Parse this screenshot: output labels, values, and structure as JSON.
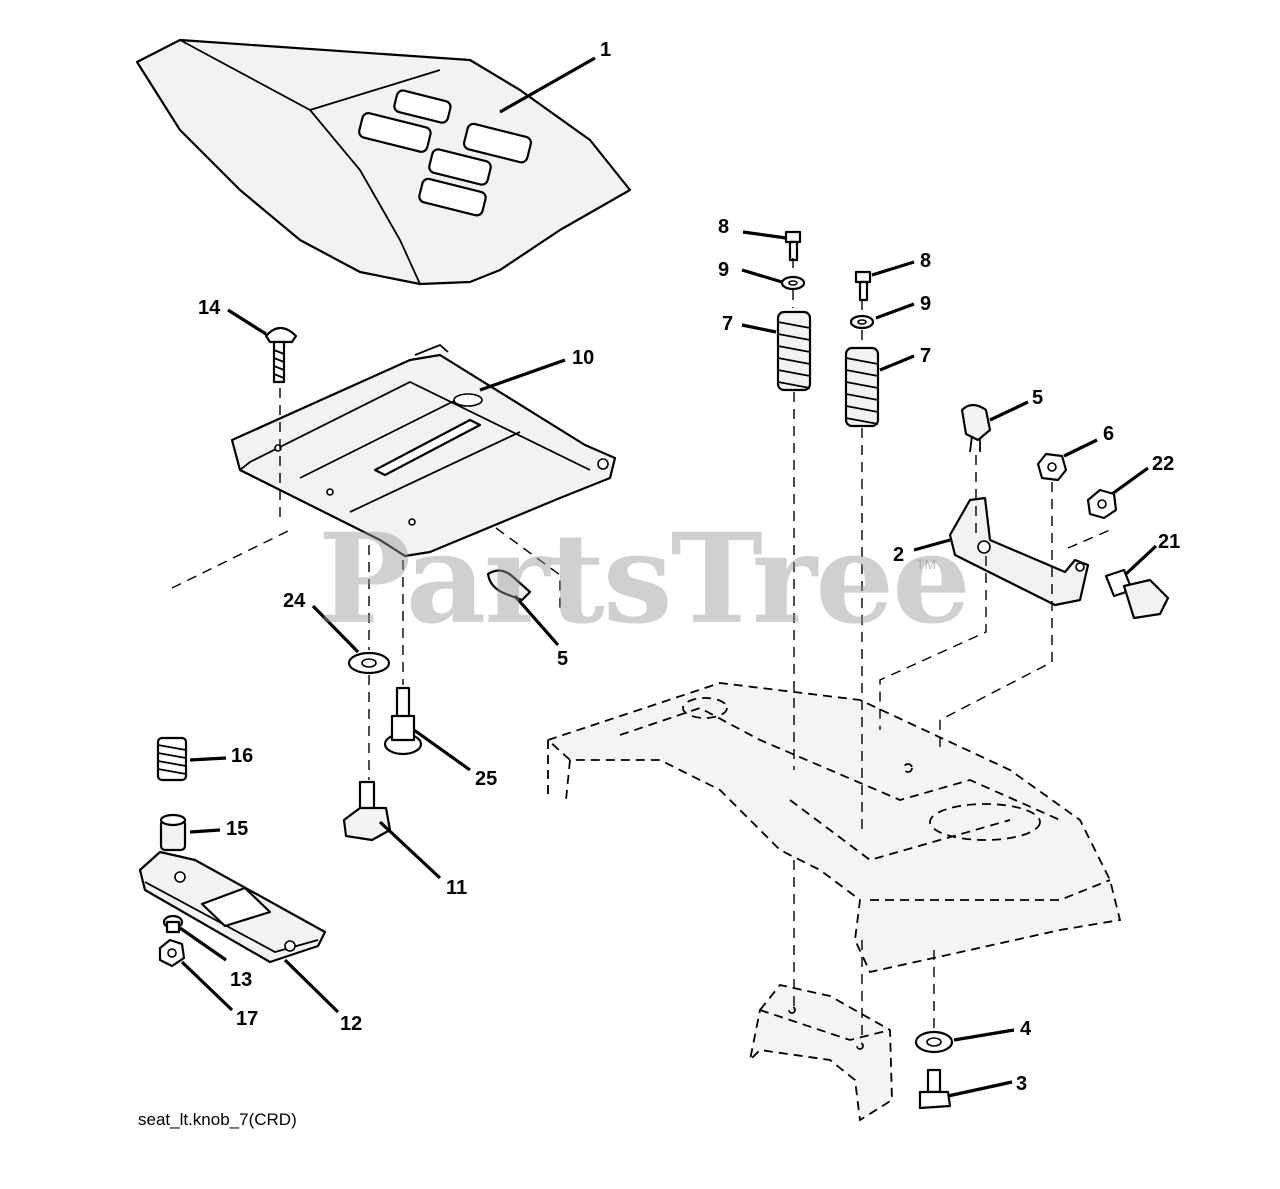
{
  "watermark": "PartsTree",
  "watermark_tm": "TM",
  "caption": "seat_lt.knob_7(CRD)",
  "callouts": [
    "1",
    "14",
    "10",
    "5",
    "24",
    "25",
    "16",
    "15",
    "11",
    "13",
    "12",
    "17",
    "8",
    "9",
    "7",
    "8",
    "9",
    "7",
    "5",
    "6",
    "22",
    "2",
    "21",
    "4",
    "3"
  ]
}
